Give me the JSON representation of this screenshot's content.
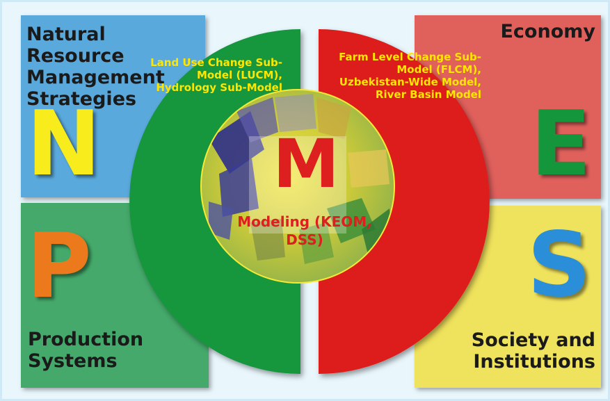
{
  "colors": {
    "frame_bg": "#e9f7fd",
    "n_panel": "#5aa9dd",
    "e_panel": "#e0605c",
    "p_panel": "#44a96a",
    "s_panel": "#efe25c",
    "green_half": "#13963c",
    "red_half": "#dd1f1f",
    "subtext": "#ffe600",
    "m_letter": "#dd1f1f"
  },
  "quadrants": {
    "n": {
      "title": "Natural Resource Management Strategies",
      "letter": "N",
      "letter_color": "#f8ec1c"
    },
    "e": {
      "title": "Economy",
      "letter": "E",
      "letter_color": "#13963c"
    },
    "p": {
      "title": "Production Systems",
      "letter": "P",
      "letter_color": "#ec7a1c"
    },
    "s": {
      "title": "Society and Institutions",
      "letter": "S",
      "letter_color": "#2a8fd8"
    }
  },
  "ring": {
    "left_text": "Land Use Change Sub-Model (LUCM), Hydrology Sub-Model",
    "right_text": "Farm Level Change Sub-Model (FLCM), Uzbekistan-Wide Model, River Basin Model"
  },
  "center": {
    "letter": "M",
    "label": "Modeling (KEOM, DSS)"
  }
}
